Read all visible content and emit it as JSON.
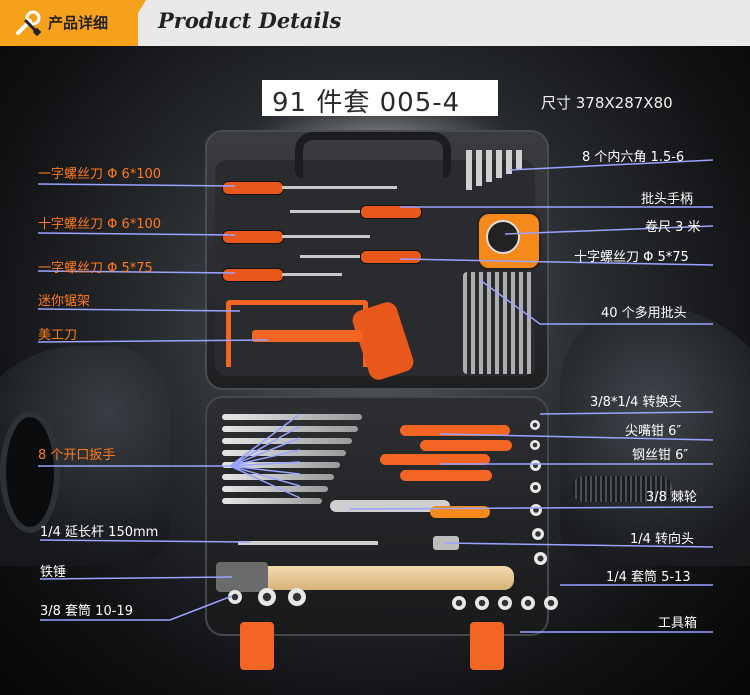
{
  "header": {
    "cn_title": "产品详细",
    "en_title": "Product Details",
    "icon": "wrench-screwdriver-icon",
    "accent": "#f5a11c"
  },
  "product": {
    "title": "91 件套 005-4",
    "size": "尺寸 378X287X80"
  },
  "labels_left": [
    "一字螺丝刀 Φ 6*100",
    "十字螺丝刀 Φ 6*100",
    "一字螺丝刀 Φ 5*75",
    "迷你锯架",
    "美工刀",
    "8 个开口扳手",
    "1/4  延长杆 150mm",
    "铁锤",
    "3/8 套筒 10-19"
  ],
  "labels_right": [
    "8 个内六角 1.5-6",
    "批头手柄",
    "卷尺 3 米",
    "十字螺丝刀 Φ 5*75",
    "40 个多用批头",
    "3/8*1/4 转换头",
    "尖嘴钳 6″",
    "钢丝钳 6″",
    "3/8 棘轮",
    "1/4 转向头",
    "1/4 套筒 5-13",
    "工具箱"
  ],
  "colors": {
    "left_label": "#ff7a1a",
    "right_label": "#ffffff",
    "line": "#9aa3ff"
  }
}
